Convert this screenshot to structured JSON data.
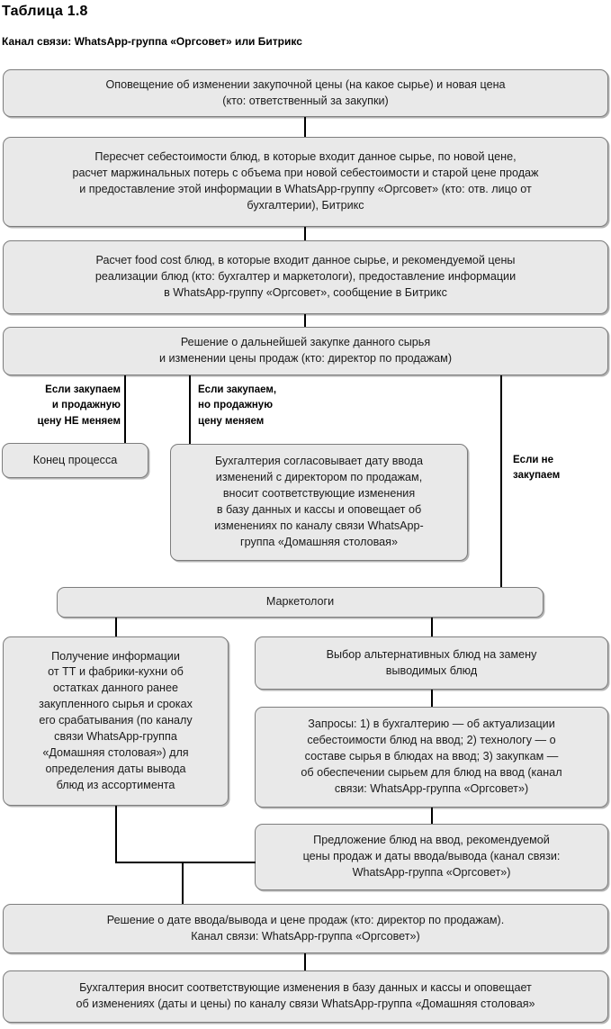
{
  "header": {
    "table_title": "Таблица 1.8",
    "channel_note": "Канал связи: WhatsApp-группа «Оргсовет» или Битрикс"
  },
  "colors": {
    "node_fill": "#e9e9e9",
    "node_border": "#7d7d7d",
    "node_shadow": "#b4b4b4",
    "connector": "#000000",
    "page_background": "#ffffff",
    "text": "#1a1a1a"
  },
  "flow": {
    "nodes": [
      {
        "id": "notify-price-change",
        "text": "Оповещение об изменении закупочной цены (на какое сырье) и новая цена\n(кто: ответственный за закупки)"
      },
      {
        "id": "recalc-cost",
        "text": "Пересчет  себестоимости блюд, в которые входит данное сырье, по новой цене,\nрасчет маржинальных потерь с объема при новой себестоимости и старой цене продаж\nи предоставление этой информации в WhatsApp-группу «Оргсовет» (кто: отв. лицо от\nбухгалтерии), Битрикс"
      },
      {
        "id": "food-cost",
        "text": "Расчет food cost блюд, в которые входит данное сырье, и рекомендуемой цены\nреализации блюд (кто: бухгалтер и маркетологи), предоставление информации\nв WhatsApp-группу «Оргсовет», сообщение в Битрикс"
      },
      {
        "id": "decision-purchase",
        "text": "Решение о дальнейшей закупке данного сырья\nи изменении цены продаж (кто: директор по продажам)"
      },
      {
        "id": "end-of-process",
        "text": "Конец процесса"
      },
      {
        "id": "accounting-approves-date",
        "text": "Бухгалтерия согласовывает дату ввода\nизменений с директором по продажам,\nвносит соответствующие изменения\nв базу данных и кассы и оповещает об\nизменениях по каналу связи WhatsApp-\nгруппа «Домашняя столовая»"
      },
      {
        "id": "marketers",
        "text": "Маркетологи"
      },
      {
        "id": "get-stock-info",
        "text": "Получение информации\nот ТТ и фабрики-кухни об\nостатках данного ранее\nзакупленного сырья и сроках\nего срабатывания (по каналу\nсвязи WhatsApp-группа\n«Домашняя столовая») для\nопределения даты вывода\nблюд из ассортимента"
      },
      {
        "id": "choose-alternatives",
        "text": "Выбор альтернативных блюд на замену\nвыводимых блюд"
      },
      {
        "id": "requests",
        "text": "Запросы: 1) в бухгалтерию — об актуализации\nсебестоимости блюд на ввод; 2) технологу — о\nсоставе сырья в блюдах на ввод; 3) закупкам —\nоб обеспечении сырьем для блюд на ввод (канал\nсвязи: WhatsApp-группа «Оргсовет»)"
      },
      {
        "id": "proposal-dishes",
        "text": "Предложение блюд на ввод, рекомендуемой\nцены продаж и даты ввода/вывода (канал связи:\nWhatsApp-группа «Оргсовет»)"
      },
      {
        "id": "decision-date-price",
        "text": "Решение о дате ввода/вывода и цене продаж (кто: директор по продажам).\nКанал связи: WhatsApp-группа «Оргсовет»)"
      },
      {
        "id": "accounting-applies",
        "text": "Бухгалтерия вносит соответствующие изменения в базу данных и кассы и оповещает\nоб изменениях  (даты и цены) по каналу связи WhatsApp-группа «Домашняя столовая»"
      }
    ],
    "branch_labels": [
      {
        "id": "branch-no-price-change",
        "text": "Если закупаем\nи продажную\nцену НЕ меняем"
      },
      {
        "id": "branch-price-change",
        "text": "Если закупаем,\nно продажную\nцену меняем"
      },
      {
        "id": "branch-no-purchase",
        "text": "Если не\nзакупаем"
      }
    ]
  }
}
